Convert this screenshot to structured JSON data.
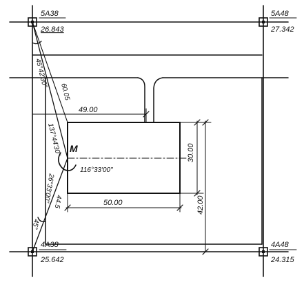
{
  "benchmarks": [
    {
      "id": "5A38",
      "elevation": "26.843"
    },
    {
      "id": "5A48",
      "elevation": "27.342"
    },
    {
      "id": "4A38",
      "elevation": "25.642"
    },
    {
      "id": "4A48",
      "elevation": "24.315"
    }
  ],
  "station_label": "M",
  "angles": {
    "top_corner": "45°42'30\"",
    "station_upper": "137°44'30\"",
    "station_internal": "116°33'00\"",
    "station_lower": "26°33'00\"",
    "lower_corner": "45°"
  },
  "distances": {
    "upper_line": "60.05",
    "lower_line": "44.5",
    "top_offset": "49.00",
    "width": "50.00",
    "height": "30.00",
    "offset_vertical": "42.00"
  },
  "colors": {
    "ink": "#111111",
    "paper": "#ffffff"
  }
}
